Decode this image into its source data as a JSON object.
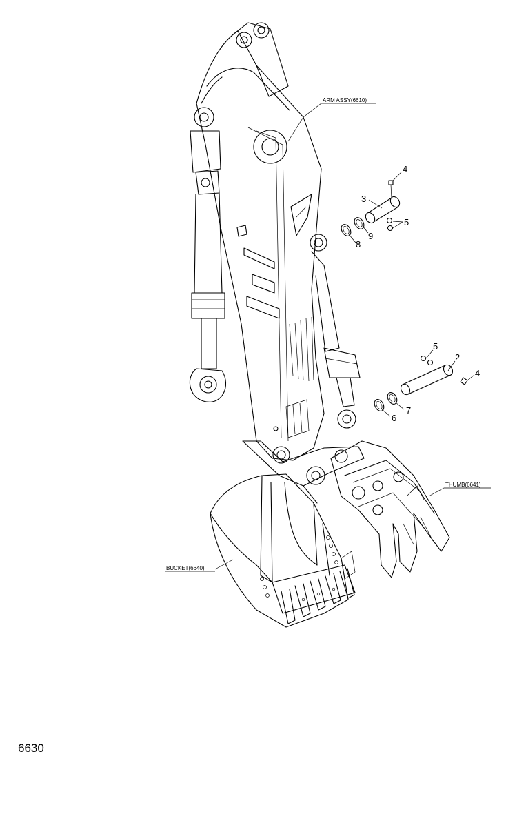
{
  "labels": {
    "arm_assy": "ARM ASSY(6610)",
    "thumb": "THUMB(6641)",
    "bucket": "BUCKET(6640)"
  },
  "callouts": {
    "c2": "2",
    "c3": "3",
    "c4_top": "4",
    "c4_bottom": "4",
    "c5_top": "5",
    "c5_bottom": "5",
    "c6": "6",
    "c7": "7",
    "c8": "8",
    "c9": "9"
  },
  "page_code": "6630"
}
